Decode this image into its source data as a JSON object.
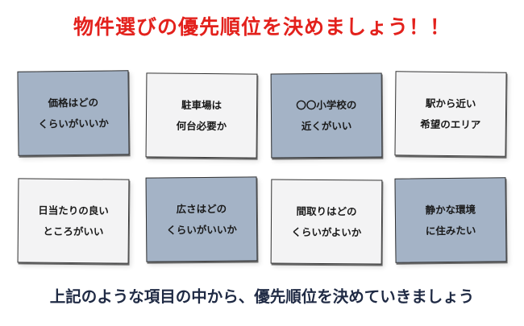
{
  "title": "物件選びの優先順位を決めましょう！！",
  "cards": [
    {
      "line1": "価格はどの",
      "line2": "くらいがいいか",
      "color": "#a4b3c6"
    },
    {
      "line1": "駐車場は",
      "line2": "何台必要か",
      "color": "#f3f3f4"
    },
    {
      "line1": "〇〇小学校の",
      "line2": "近くがいい",
      "color": "#a4b3c6"
    },
    {
      "line1": "駅から近い",
      "line2": "希望のエリア",
      "color": "#f3f3f4"
    },
    {
      "line1": "日当たりの良い",
      "line2": "ところがいい",
      "color": "#f3f3f4"
    },
    {
      "line1": "広さはどの",
      "line2": "くらいがいいか",
      "color": "#a4b3c6"
    },
    {
      "line1": "間取りはどの",
      "line2": "くらいがよいか",
      "color": "#f3f3f4"
    },
    {
      "line1": "静かな環境",
      "line2": "に住みたい",
      "color": "#a4b3c6"
    }
  ],
  "footer": "上記のような項目の中から、優先順位を決めていきましょう"
}
